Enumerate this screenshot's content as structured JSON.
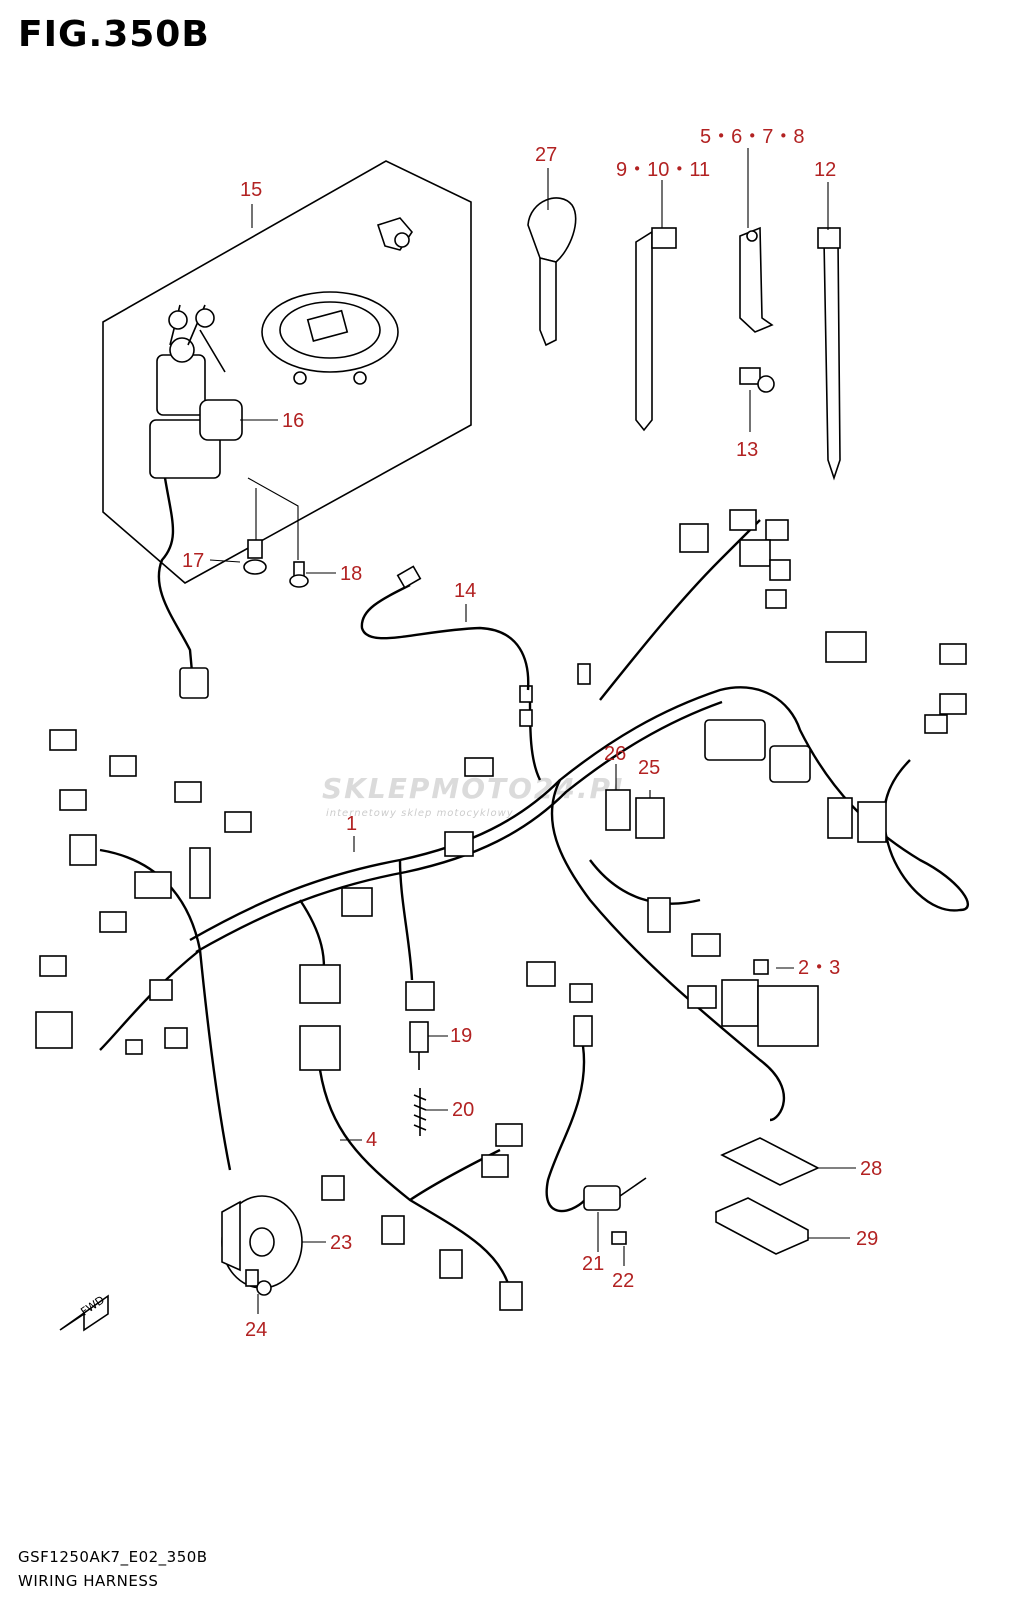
{
  "figure": {
    "title": "FIG.350B"
  },
  "footer": {
    "code": "GSF1250AK7_E02_350B",
    "name": "WIRING HARNESS"
  },
  "watermark": {
    "text": "SKLEPMOTO24.PL",
    "subtext": "internetowy sklep motocyklowy"
  },
  "fwd_label": "FWD",
  "callouts": {
    "c1": "1",
    "c2_3": "2・3",
    "c4": "4",
    "c5_8": "5・6・7・8",
    "c9_11": "9・10・11",
    "c12": "12",
    "c13": "13",
    "c14": "14",
    "c15": "15",
    "c16": "16",
    "c17": "17",
    "c18": "18",
    "c19": "19",
    "c20": "20",
    "c21": "21",
    "c22": "22",
    "c23": "23",
    "c24": "24",
    "c25": "25",
    "c26": "26",
    "c27": "27",
    "c28": "28",
    "c29": "29"
  },
  "colors": {
    "callout": "#b22222",
    "line": "#000000"
  }
}
